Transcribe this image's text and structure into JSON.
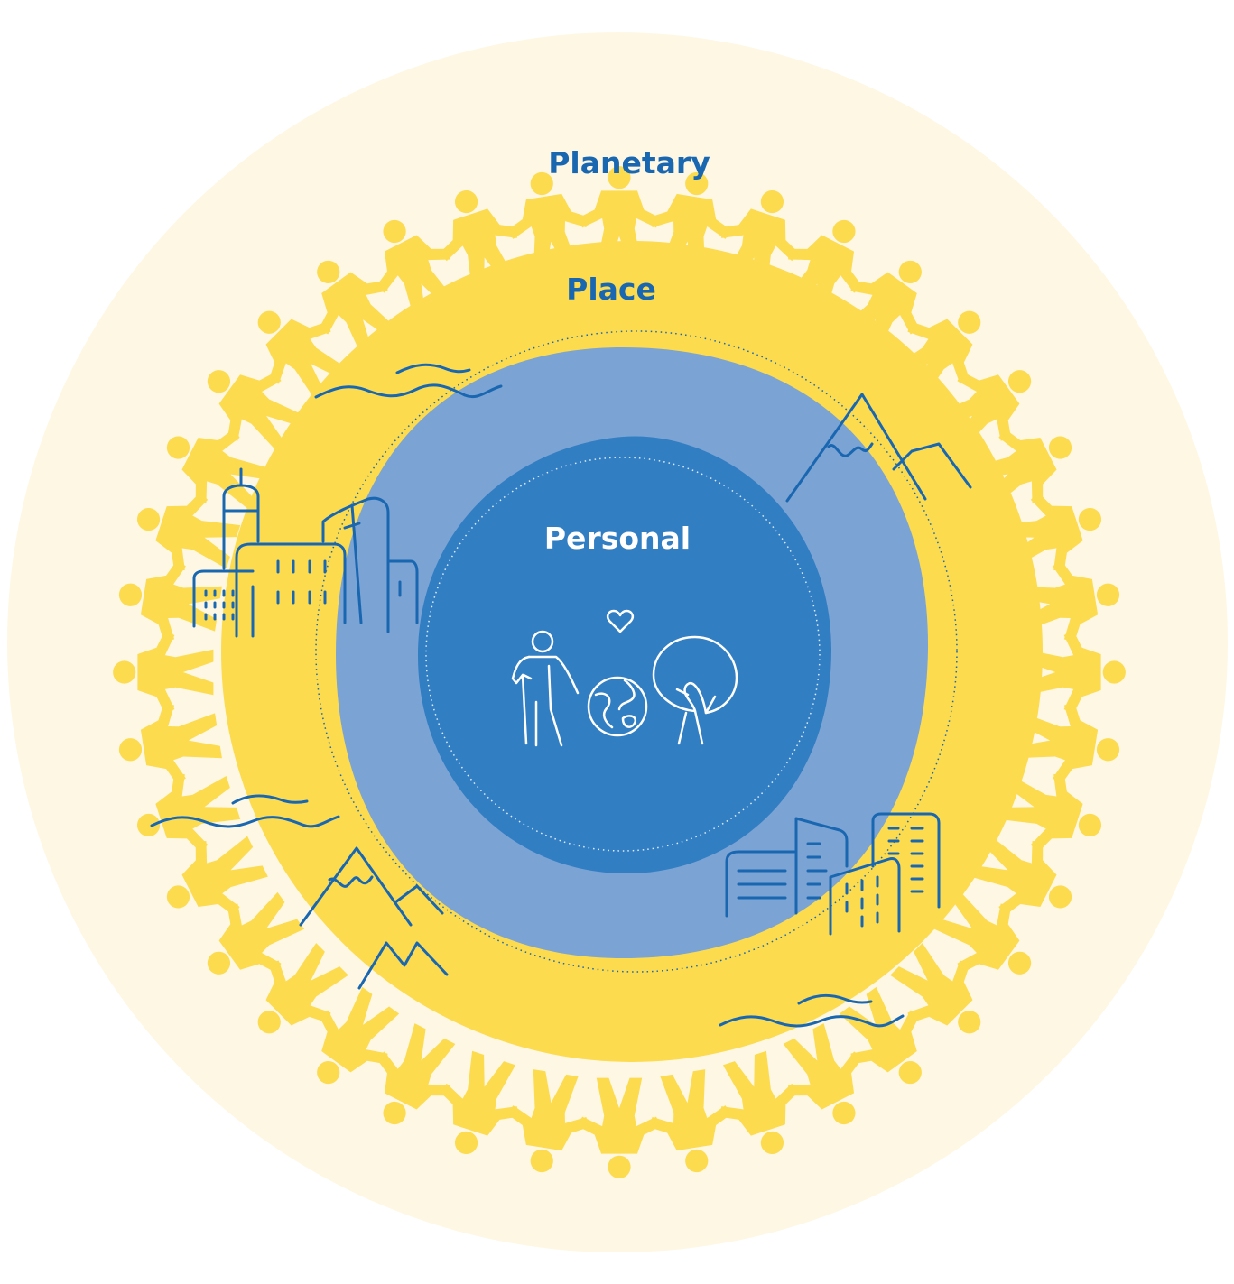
{
  "labels": {
    "planetary": "Planetary",
    "place": "Place",
    "personal": "Personal"
  },
  "colors": {
    "outer_halo": "#FEF7E3",
    "ring_yellow": "#FCDB4F",
    "light_blue": "#7BA3D4",
    "inner_blue": "#317EC3",
    "ink_blue": "#1A67B1",
    "white": "#FFFFFF"
  },
  "icons": {
    "people_chain": "people-chain-icon",
    "city_left": "city-skyline-icon",
    "city_right": "city-buildings-icon",
    "mountains": "mountain-icon",
    "waves": "water-waves-icon",
    "person": "person-icon",
    "globe": "globe-icon",
    "tree": "tree-icon",
    "heart": "heart-icon"
  }
}
